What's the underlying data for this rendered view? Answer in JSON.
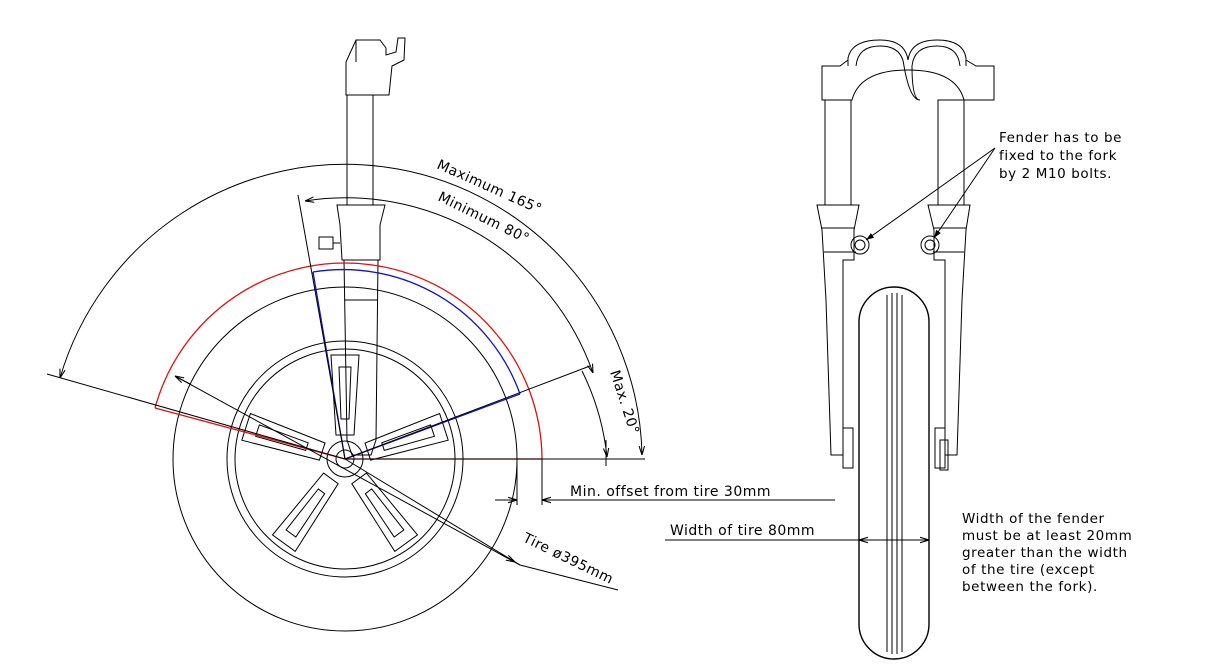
{
  "labels": {
    "maximum_angle": "Maximum 165°",
    "minimum_angle": "Minimum 80°",
    "max_angle": "Max. 20°",
    "min_offset": "Min. offset from tire 30mm",
    "tire_diameter": "Tire ø395mm",
    "tire_width": "Width of tire 80mm"
  },
  "notes": {
    "bolts": [
      "Fender has to be",
      "fixed to the fork",
      "by 2 M10 bolts."
    ],
    "width": [
      "Width of the fender",
      "must be at least 20mm",
      "greater than the width",
      "of the tire (except",
      "between the fork)."
    ]
  },
  "colors": {
    "line": "#000000",
    "fender_outer": "#e01010",
    "fender_inner": "#1010d0"
  }
}
